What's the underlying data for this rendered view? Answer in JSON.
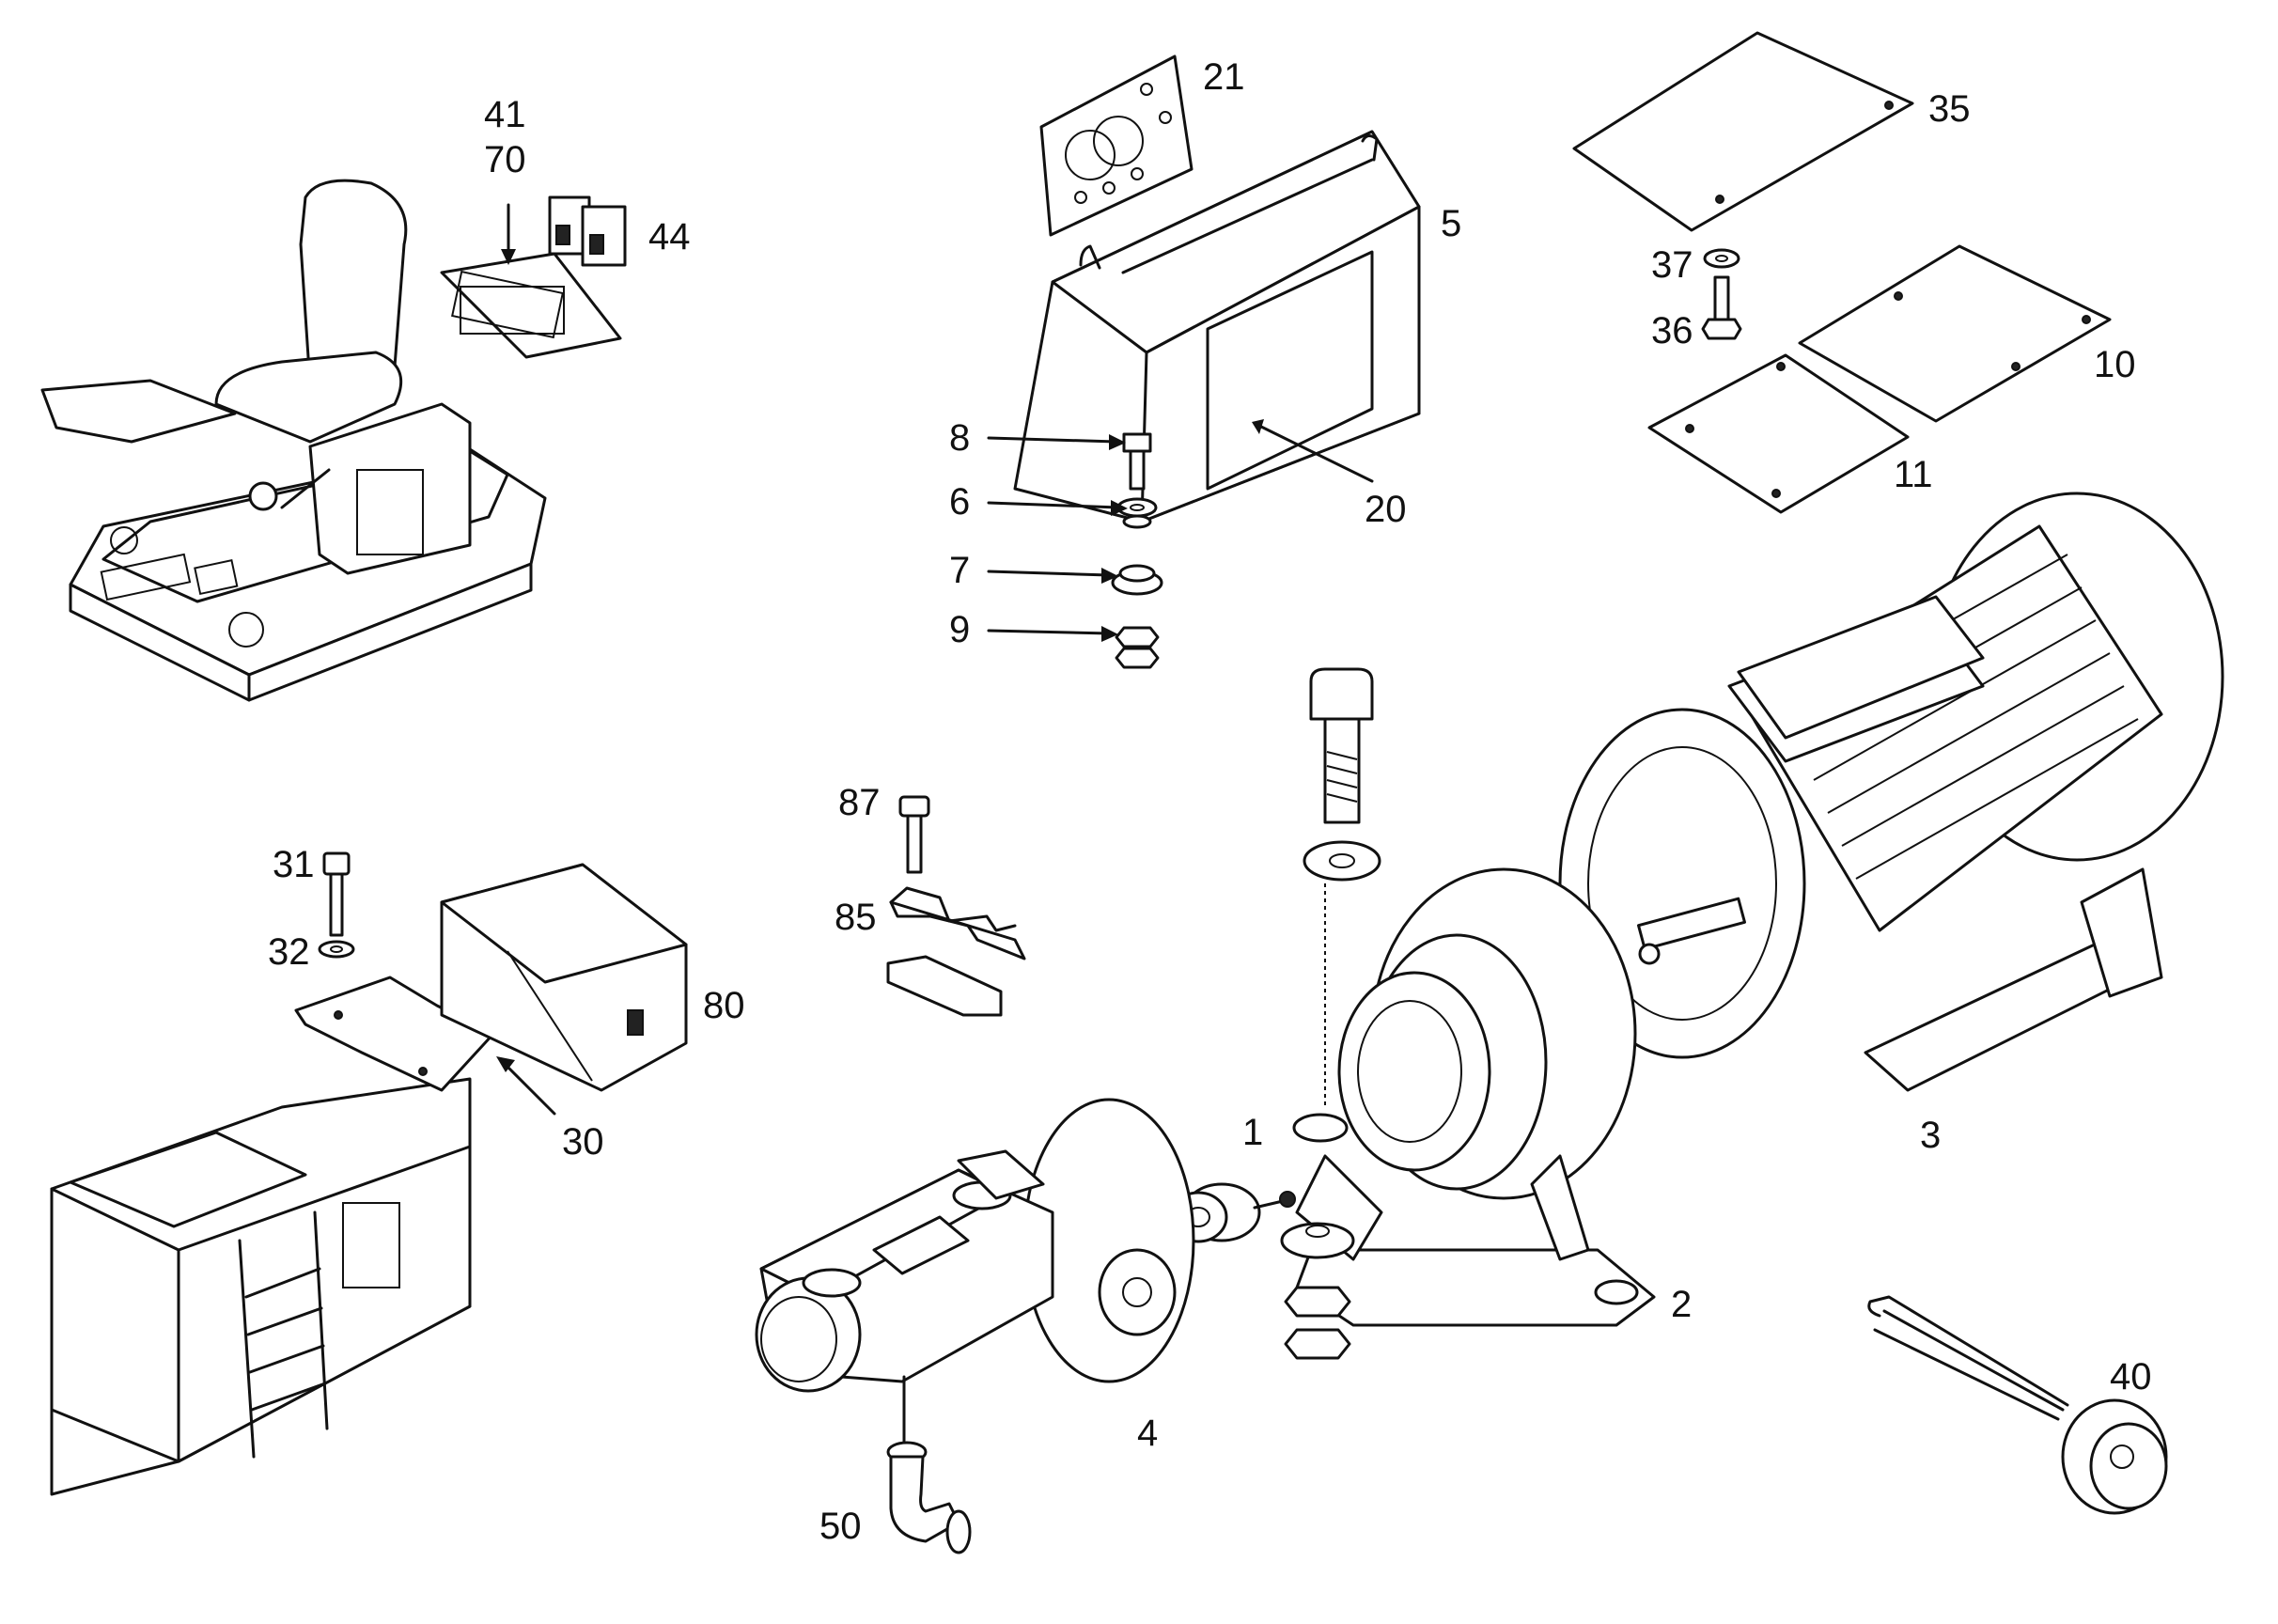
{
  "diagram": {
    "callouts": {
      "c1": "1",
      "c2": "2",
      "c3": "3",
      "c4": "4",
      "c5": "5",
      "c6": "6",
      "c7": "7",
      "c8": "8",
      "c9": "9",
      "c10": "10",
      "c11": "11",
      "c20": "20",
      "c21": "21",
      "c30": "30",
      "c31": "31",
      "c32": "32",
      "c35": "35",
      "c36": "36",
      "c37": "37",
      "c40": "40",
      "c41": "41",
      "c44": "44",
      "c50": "50",
      "c70": "70",
      "c80": "80",
      "c85": "85",
      "c87": "87"
    }
  },
  "colors": {
    "ink": "#111111",
    "paper": "#ffffff"
  }
}
